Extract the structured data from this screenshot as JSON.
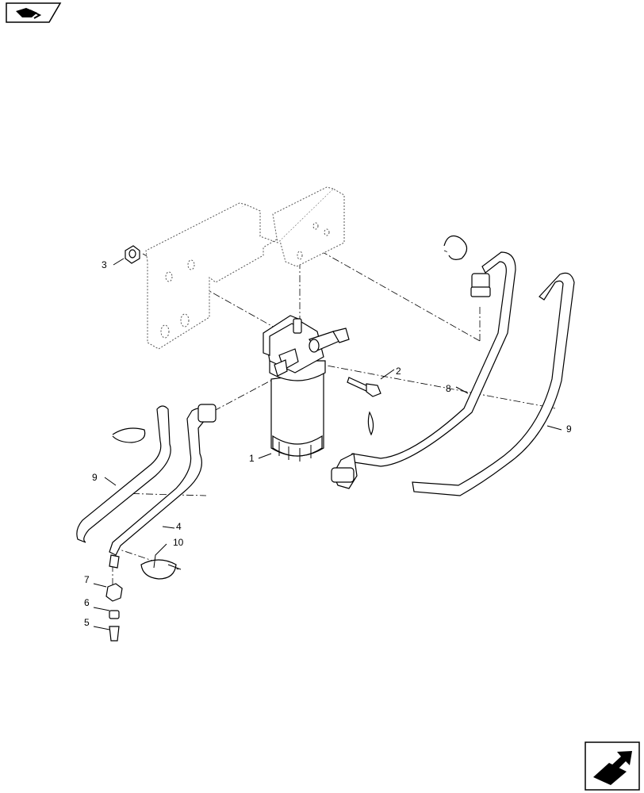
{
  "callouts": [
    {
      "id": "callout-1",
      "label": "1"
    },
    {
      "id": "callout-2",
      "label": "2"
    },
    {
      "id": "callout-3",
      "label": "3"
    },
    {
      "id": "callout-4",
      "label": "4"
    },
    {
      "id": "callout-5",
      "label": "5"
    },
    {
      "id": "callout-6",
      "label": "6"
    },
    {
      "id": "callout-7",
      "label": "7"
    },
    {
      "id": "callout-8",
      "label": "8"
    },
    {
      "id": "callout-9a",
      "label": "9"
    },
    {
      "id": "callout-9b",
      "label": "9"
    },
    {
      "id": "callout-10",
      "label": "10"
    }
  ],
  "icons": {
    "top_left": "previous-page-icon",
    "bottom_right": "next-page-icon"
  },
  "colors": {
    "line": "#000000",
    "background": "#ffffff"
  }
}
